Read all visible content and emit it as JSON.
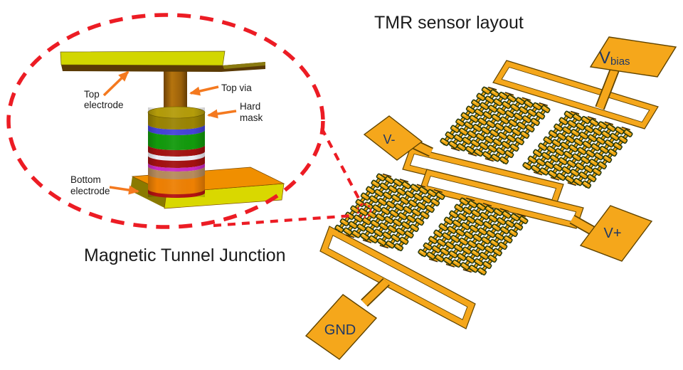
{
  "left_panel": {
    "caption": "Magnetic Tunnel Junction",
    "labels": {
      "top_electrode": [
        "Top",
        "electrode"
      ],
      "top_via": [
        "Top via"
      ],
      "hard_mask": [
        "Hard",
        "mask"
      ],
      "bottom_electrode": [
        "Bottom",
        "electrode"
      ]
    }
  },
  "right_panel": {
    "title": "TMR sensor layout",
    "pads": {
      "vbias": {
        "main": "V",
        "sub": "bias"
      },
      "vminus": {
        "label": "V-"
      },
      "vplus": {
        "label": "V+"
      },
      "gnd": {
        "label": "GND"
      }
    }
  },
  "colors": {
    "gold": "#F5A71B",
    "gold_dark": "#5F4300",
    "mtj_gold": "#F0A512",
    "mtj_green": "#27400F",
    "red": "#EC1C24",
    "orange": "#F4791F",
    "pad_text": "#203864",
    "ink": "#1A1A1A",
    "electrode_yellow": "#D2D600",
    "electrode_orange": "#F08F00",
    "via_brown": "#A5680C"
  }
}
